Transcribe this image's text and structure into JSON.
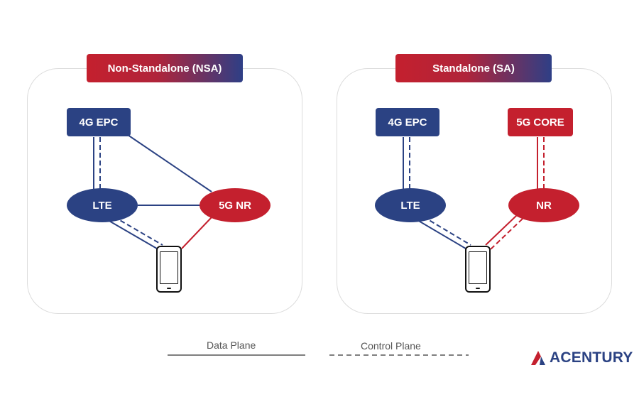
{
  "nsa": {
    "title": "Non-Standalone (NSA)",
    "epc_label": "4G EPC",
    "lte_label": "LTE",
    "nr_label": "5G NR"
  },
  "sa": {
    "title": "Standalone (SA)",
    "epc_label": "4G EPC",
    "core_label": "5G CORE",
    "lte_label": "LTE",
    "nr_label": "NR"
  },
  "legend": {
    "data_plane": "Data Plane",
    "control_plane": "Control Plane"
  },
  "logo": {
    "text": "ACENTURY"
  },
  "colors": {
    "blue": "#2b4283",
    "red": "#c4202e"
  }
}
